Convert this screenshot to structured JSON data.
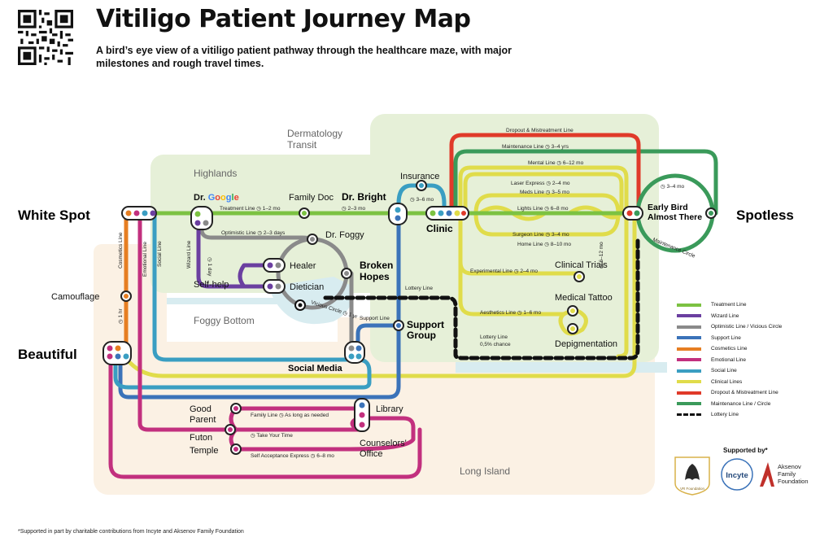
{
  "title": "Vitiligo Patient Journey Map",
  "subtitle": "A bird’s eye view of a vitiligo patient pathway through the healthcare maze, with major milestones and rough travel times.",
  "regions": {
    "dermatology_transit": "Dermatology Transit",
    "highlands": "Highlands",
    "foggy_bottom": "Foggy Bottom",
    "long_island": "Long Island"
  },
  "stations": {
    "white_spot": "White Spot",
    "spotless": "Spotless",
    "beautiful": "Beautiful",
    "camouflage": "Camouflage",
    "dr_google_prefix": "Dr. ",
    "dr_google_letters": [
      "G",
      "o",
      "o",
      "g",
      "l",
      "e"
    ],
    "family_doc": "Family Doc",
    "dr_bright": "Dr. Bright",
    "insurance": "Insurance",
    "clinic": "Clinic",
    "dr_foggy": "Dr. Foggy",
    "healer": "Healer",
    "self_help": "Self-help",
    "dietician": "Dietician",
    "broken_hopes_1": "Broken",
    "broken_hopes_2": "Hopes",
    "support_group_1": "Support",
    "support_group_2": "Group",
    "social_media": "Social Media",
    "good_parent_1": "Good",
    "good_parent_2": "Parent",
    "futon_temple_1": "Futon",
    "futon_temple_2": "Temple",
    "library": "Library",
    "counselors_office_1": "Counselors'",
    "counselors_office_2": "Office",
    "clinical_trials": "Clinical Trials",
    "medical_tattoo": "Medical Tattoo",
    "depigmentation": "Depigmentation",
    "early_bird_1": "Early Bird",
    "early_bird_2": "Almost There"
  },
  "segment_labels": {
    "treatment_line": "Treatment Line",
    "treatment_time": "1–2 mo",
    "family_doc_time": "2–3 mo",
    "optimistic_line": "Optimistic Line",
    "optimistic_time": "2–3 days",
    "wizard_line": "Wizard Line",
    "wizard_time": "1 day",
    "cosmetics_line": "Cosmetics Line",
    "cosmetics_time": "1 hr",
    "emotional_line": "Emotional Line",
    "social_line": "Social Line",
    "vicious_circle": "Vicious Circle",
    "vicious_time": "1 yr",
    "insurance_time": "3–6 mo",
    "lottery_line": "Lottery Line",
    "lottery_note_1": "Lottery Line",
    "lottery_note_2": "0,5% chance",
    "support_line": "Support Line",
    "family_line": "Family Line",
    "family_time": "As long as needed",
    "take_your_time": "Take Your Time",
    "self_acceptance": "Self Acceptance Express",
    "self_acceptance_time": "6–8 mo",
    "dropout_line": "Dropout & Mistreatment Line",
    "maintenance_line": "Maintenance Line",
    "maintenance_time": "3–4 yrs",
    "mental_line": "Mental Line",
    "mental_time": "6–12 mo",
    "laser_express": "Laser Express",
    "laser_time": "2–4 mo",
    "meds_line": "Meds Line",
    "meds_time": "3–5 mo",
    "lights_line": "Lights Line",
    "lights_time": "6–8 mo",
    "surgeon_line": "Surgeon Line",
    "surgeon_time": "3–4 mo",
    "home_line": "Home Line",
    "home_time": "8–10 mo",
    "experimental_line": "Experimental Line",
    "experimental_time": "2–4 mo",
    "aesthetics_line": "Aesthetics Line",
    "aesthetics_time": "1–6 mo",
    "early_bird_time": "3–4 mo",
    "clinical_time": "6–12 mo",
    "maintenance_circle": "Maintenance Circle"
  },
  "legend": [
    {
      "label": "Treatment Line",
      "color": "#7cc242"
    },
    {
      "label": "Wizard Line",
      "color": "#6b3fa0"
    },
    {
      "label": "Optimistic Line / Vicious Circle",
      "color": "#8a8a8a"
    },
    {
      "label": "Support Line",
      "color": "#3b73b9"
    },
    {
      "label": "Cosmetics Line",
      "color": "#e67e22"
    },
    {
      "label": "Emotional Line",
      "color": "#c2307e"
    },
    {
      "label": "Social Line",
      "color": "#3a9ec2"
    },
    {
      "label": "Clinical Lines",
      "color": "#e0dc4a"
    },
    {
      "label": "Dropout & Mistreatment Line",
      "color": "#e03a2a"
    },
    {
      "label": "Maintenance Line / Circle",
      "color": "#3a9a5a"
    },
    {
      "label": "Lottery Line",
      "color": "#111111",
      "dashed": true
    }
  ],
  "supported_by": "Supported by*",
  "logos": {
    "vr_foundation": "VR Foundation",
    "incyte": "Incyte",
    "aksenov_1": "Aksenov",
    "aksenov_2": "Family",
    "aksenov_3": "Foundation"
  },
  "footnote": "*Supported in part by charitable contributions from Incyte and Aksenov Family Foundation",
  "colors": {
    "treatment": "#7cc242",
    "wizard": "#6b3fa0",
    "optimistic": "#8a8a8a",
    "support": "#3b73b9",
    "cosmetics": "#e67e22",
    "emotional": "#c2307e",
    "social": "#3a9ec2",
    "clinical": "#e0dc4a",
    "dropout": "#e03a2a",
    "maintenance": "#3a9a5a",
    "google": [
      "#4285f4",
      "#ea4335",
      "#fbbc05",
      "#4285f4",
      "#34a853",
      "#ea4335"
    ]
  }
}
